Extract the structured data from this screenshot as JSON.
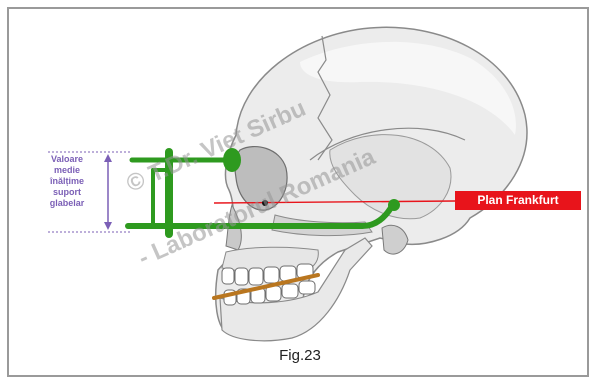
{
  "figure": {
    "caption": "Fig.23",
    "measurement_label": [
      "Valoare",
      "medie",
      "înălțime",
      "suport",
      "glabelar"
    ],
    "reference_plane_label": "Plan Frankfurt",
    "watermark_line1": "© T.Dr. Viet Sirbu",
    "watermark_line2": "- Laboratorul Romania",
    "colors": {
      "support": "#2e9a1f",
      "frankfurt_line": "#e8141b",
      "measurement": "#7b5fb6",
      "occlusal_plane": "#b9761f"
    }
  }
}
